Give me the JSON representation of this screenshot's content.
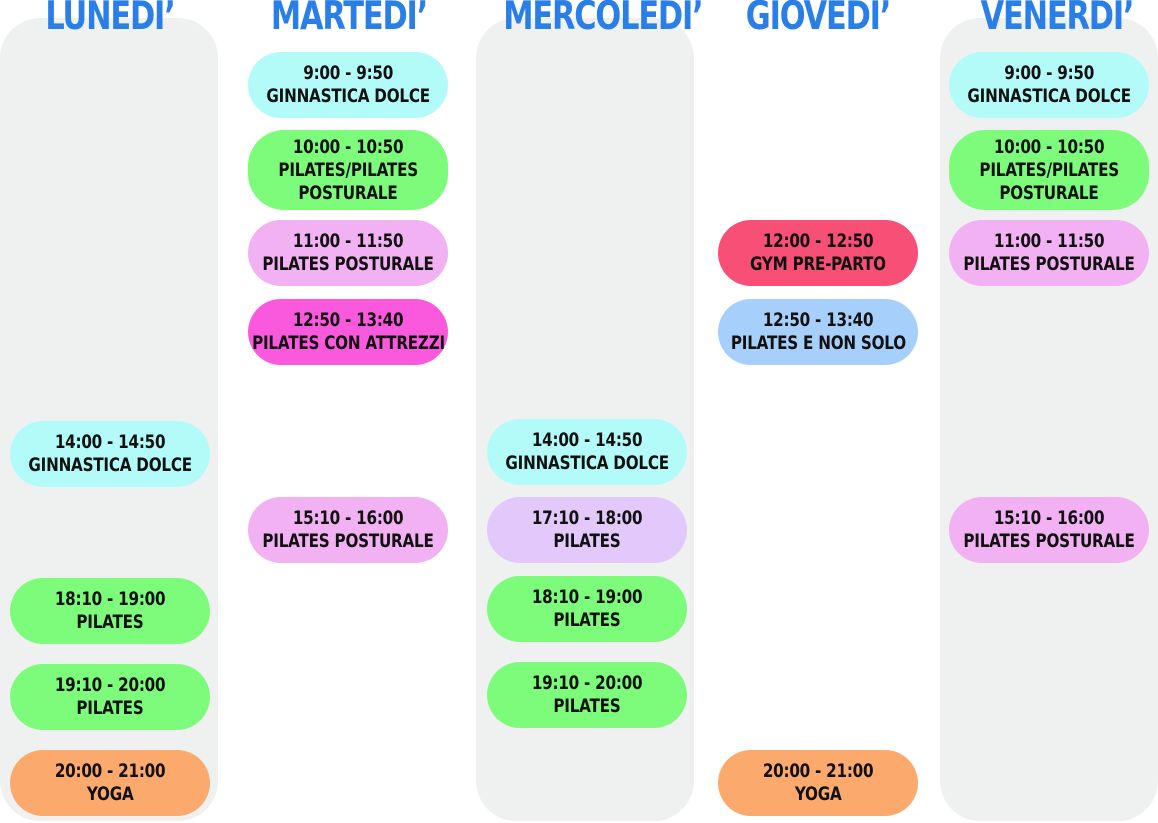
{
  "colors": {
    "title": "#2a7ee8",
    "column_bg": "#eff1f1",
    "ginnastica_dolce": "#b3fbf9",
    "pilates_green": "#7dfc7b",
    "pilates_posturale": "#f1b1f2",
    "pilates_attrezzi": "#fb59dd",
    "pilates_lavender": "#e3c8fb",
    "yoga": "#fca96e",
    "gym_pre_parto": "#f74f75",
    "pilates_e_non_solo": "#a7cffc"
  },
  "days": [
    {
      "title": "LUNEDI’",
      "classes": [
        {
          "time": "14:00 - 14:50",
          "name": "GINNASTICA DOLCE"
        },
        {
          "time": "18:10 - 19:00",
          "name": "PILATES"
        },
        {
          "time": "19:10 - 20:00",
          "name": "PILATES"
        },
        {
          "time": "20:00 - 21:00",
          "name": "YOGA"
        }
      ]
    },
    {
      "title": "MARTEDI’",
      "classes": [
        {
          "time": "9:00 - 9:50",
          "name": "GINNASTICA DOLCE"
        },
        {
          "time": "10:00 - 10:50",
          "name": "PILATES/PILATES",
          "name2": "POSTURALE"
        },
        {
          "time": "11:00 - 11:50",
          "name": "PILATES POSTURALE"
        },
        {
          "time": "12:50 - 13:40",
          "name": "PILATES CON ATTREZZI"
        },
        {
          "time": "15:10 - 16:00",
          "name": "PILATES POSTURALE"
        }
      ]
    },
    {
      "title": "MERCOLEDI’",
      "classes": [
        {
          "time": "14:00 - 14:50",
          "name": "GINNASTICA DOLCE"
        },
        {
          "time": "17:10 - 18:00",
          "name": "PILATES"
        },
        {
          "time": "18:10 - 19:00",
          "name": "PILATES"
        },
        {
          "time": "19:10 - 20:00",
          "name": "PILATES"
        }
      ]
    },
    {
      "title": "GIOVEDI’",
      "classes": [
        {
          "time": "12:00 - 12:50",
          "name": "GYM PRE-PARTO"
        },
        {
          "time": "12:50 - 13:40",
          "name": "PILATES E NON SOLO"
        },
        {
          "time": "20:00 - 21:00",
          "name": "YOGA"
        }
      ]
    },
    {
      "title": "VENERDI’",
      "classes": [
        {
          "time": "9:00 - 9:50",
          "name": "GINNASTICA DOLCE"
        },
        {
          "time": "10:00 - 10:50",
          "name": "PILATES/PILATES",
          "name2": "POSTURALE"
        },
        {
          "time": "11:00 - 11:50",
          "name": "PILATES POSTURALE"
        },
        {
          "time": "15:10 - 16:00",
          "name": "PILATES POSTURALE"
        }
      ]
    }
  ]
}
